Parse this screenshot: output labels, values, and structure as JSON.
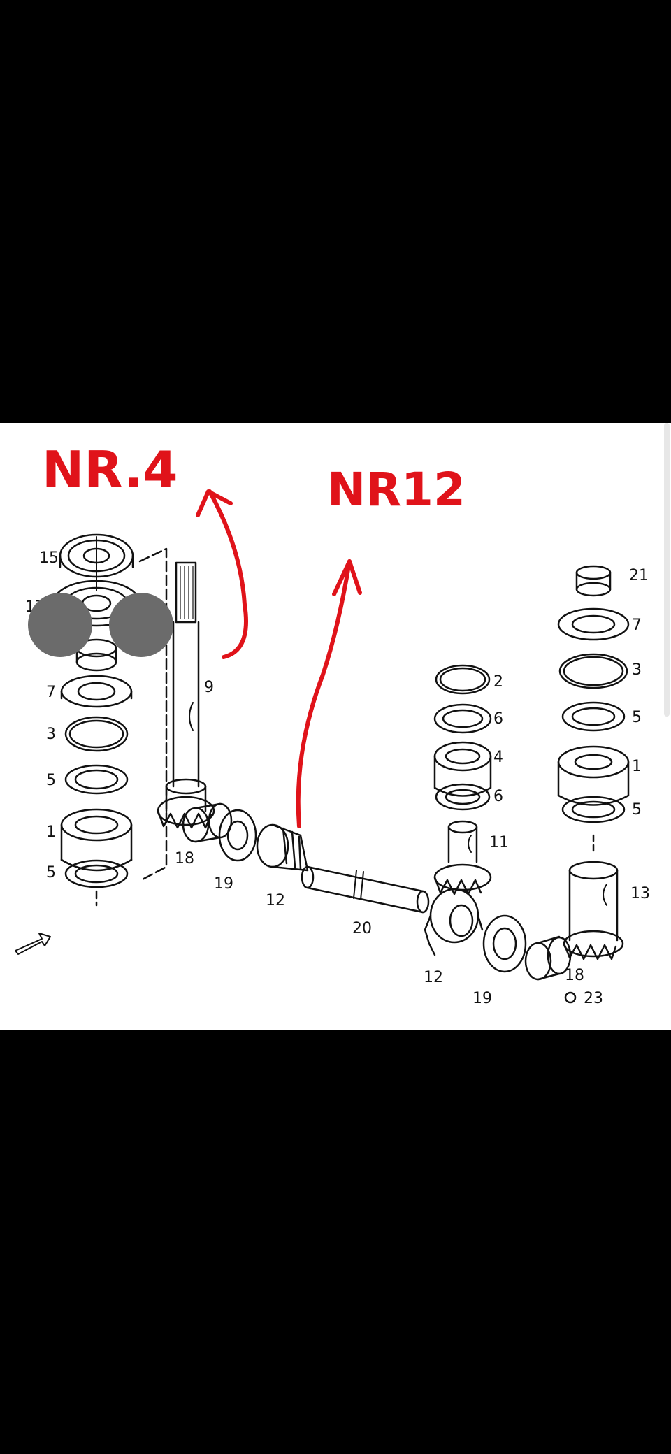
{
  "annotations": {
    "left_note": "NR.4",
    "right_note": "NR12"
  },
  "part_numbers": [
    "15",
    "17",
    "21",
    "7",
    "3",
    "5",
    "1",
    "5",
    "9",
    "18",
    "19",
    "12",
    "20",
    "12",
    "19",
    "18",
    "23",
    "2",
    "6",
    "4",
    "6",
    "11",
    "21",
    "7",
    "3",
    "5",
    "1",
    "5",
    "13"
  ],
  "colors": {
    "annotation": "#e0131a",
    "line_art": "#111111",
    "panel": "#ffffff",
    "background": "#000000"
  },
  "icons": {
    "direction": "arrow-icon"
  }
}
